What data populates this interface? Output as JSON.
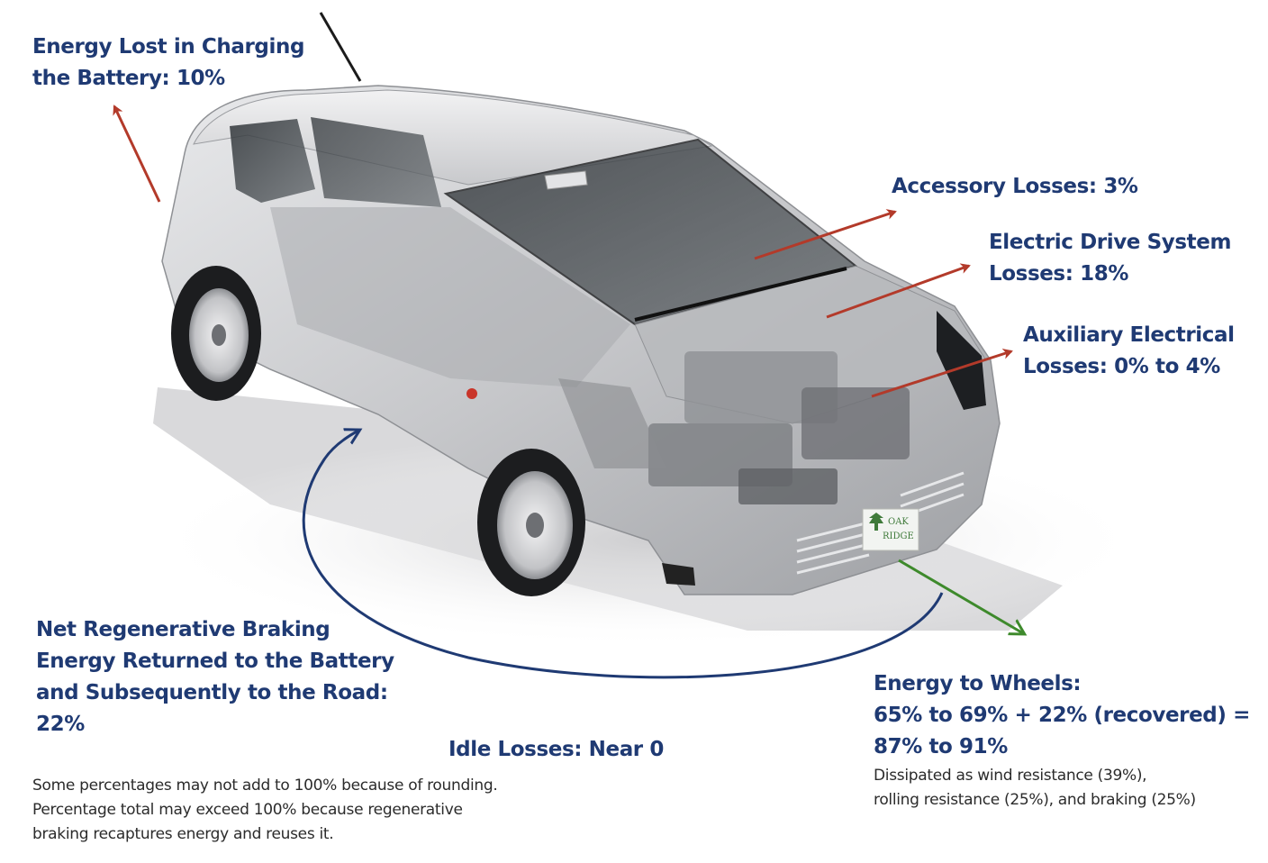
{
  "labels": {
    "charging": [
      "Energy Lost in Charging",
      "the Battery: 10%"
    ],
    "accessory": [
      "Accessory Losses: 3%"
    ],
    "drive": [
      "Electric Drive System",
      "Losses: 18%"
    ],
    "auxiliary": [
      "Auxiliary Electrical",
      "Losses: 0% to 4%"
    ],
    "regen": [
      "Net Regenerative Braking",
      "Energy Returned to the Battery",
      "and Subsequently to the Road:",
      "22%"
    ],
    "idle": [
      "Idle Losses: Near 0"
    ],
    "wheels": [
      "Energy to Wheels:",
      "65% to 69% + 22% (recovered) =",
      "87% to 91%"
    ]
  },
  "notes": {
    "wheels_detail": [
      "Dissipated as wind resistance (39%),",
      "rolling resistance (25%), and braking (25%)"
    ],
    "rounding": [
      "Some percentages may not add to 100% because of rounding.",
      "Percentage total may exceed 100% because regenerative",
      "braking recaptures energy and reuses it."
    ]
  },
  "logo": {
    "line1": "OAK",
    "line2": "RIDGE"
  },
  "colors": {
    "label_text": "#1f3a73",
    "loss_arrow": "#b33a2a",
    "regen_arrow": "#1f3a73",
    "wheels_arrow": "#3e8a2c",
    "car_body": "#c9cacd"
  }
}
